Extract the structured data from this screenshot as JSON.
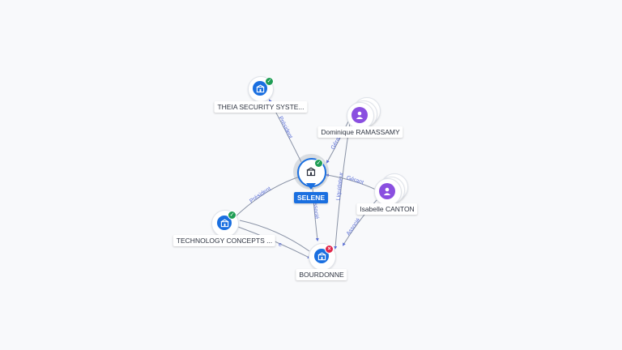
{
  "graph": {
    "focus_label": "SELENE",
    "nodes": {
      "theia": {
        "label": "THEIA SECURITY SYSTE...",
        "type": "company",
        "status": "active",
        "icon": "building-icon"
      },
      "dominique": {
        "label": "Dominique RAMASSAMY",
        "type": "person",
        "icon": "person-icon"
      },
      "selene": {
        "label": "SELENE",
        "type": "company",
        "status": "active",
        "icon": "building-icon"
      },
      "isabelle": {
        "label": "Isabelle CANTON",
        "type": "person",
        "icon": "person-icon"
      },
      "techno": {
        "label": "TECHNOLOGY CONCEPTS ...",
        "type": "company",
        "status": "active",
        "icon": "building-icon"
      },
      "bourdonne": {
        "label": "BOURDONNE",
        "type": "company",
        "status": "closed",
        "icon": "building-icon"
      }
    },
    "edges": {
      "theia_selene": "Président",
      "dominique_selene": "Gérant",
      "selene_techno": "Président",
      "selene_bourdonne": "Associé",
      "isabelle_selene": "Gérant",
      "isabelle_bourdonne": "Associé",
      "dominique_bourdonne": "Liquidateur",
      "techno_bourdonne": "e"
    },
    "colors": {
      "company": "#1a6fe0",
      "person": "#8a4fe0",
      "active_badge": "#1f9d55",
      "closed_badge": "#e0264a",
      "edge_label": "#5b6fd6"
    }
  }
}
